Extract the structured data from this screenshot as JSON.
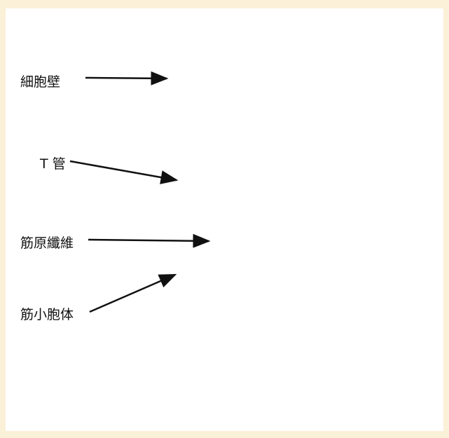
{
  "labels": {
    "cell_membrane": "細胞壁",
    "t_tubule": "T 管",
    "myofibril": "筋原纖維",
    "sarcoplasmic_body": "筋小胞体"
  }
}
